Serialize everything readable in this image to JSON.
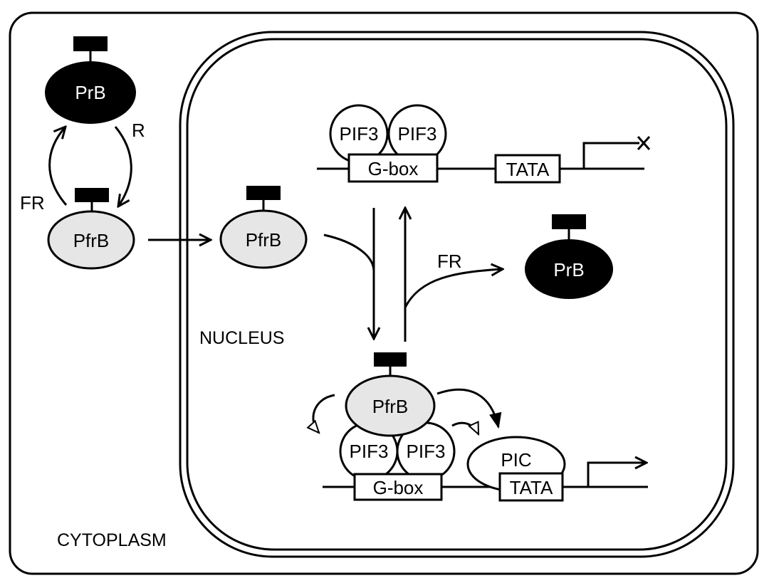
{
  "diagram": {
    "compartments": {
      "cytoplasm": "CYTOPLASM",
      "nucleus": "NUCLEUS"
    },
    "cytoplasm": {
      "prb": "PrB",
      "pfrb": "PfrB",
      "light_red": "R",
      "light_far_red": "FR"
    },
    "nucleus": {
      "pfrb_entered": "PfrB",
      "prb_released": "PrB",
      "light_far_red": "FR",
      "inactive_promoter": {
        "pif3_left": "PIF3",
        "pif3_right": "PIF3",
        "gbox": "G-box",
        "tata": "TATA",
        "transcription": "blocked"
      },
      "active_promoter": {
        "pfrb": "PfrB",
        "pif3_left": "PIF3",
        "pif3_right": "PIF3",
        "pic": "PIC",
        "gbox": "G-box",
        "tata": "TATA",
        "transcription": "active"
      }
    },
    "colors": {
      "ink": "#000000",
      "pfr_fill": "#e6e6e6",
      "pr_fill": "#000000",
      "background": "#ffffff"
    }
  }
}
